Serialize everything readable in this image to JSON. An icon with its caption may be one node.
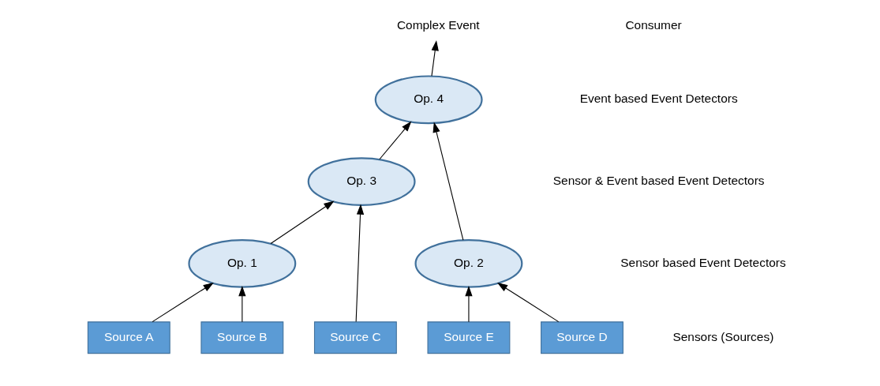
{
  "diagram": {
    "nodes": [
      {
        "text": [
          "Complex Event"
        ]
      },
      {
        "text": [
          "Op. 4"
        ]
      },
      {
        "text": [
          "Op. 3"
        ]
      },
      {
        "text": [
          "Op. 1"
        ]
      },
      {
        "text": [
          "Op. 2"
        ]
      },
      {
        "text": [
          "Source A"
        ]
      },
      {
        "text": [
          "Source B"
        ]
      },
      {
        "text": [
          "Source C"
        ]
      },
      {
        "text": [
          "Source D"
        ]
      },
      {
        "text": [
          "Source E"
        ]
      }
    ],
    "edges": [
      {
        "from": 5,
        "to": 3,
        "arrow": "to"
      },
      {
        "from": 6,
        "to": 3,
        "arrow": "to"
      },
      {
        "from": 3,
        "to": 2,
        "arrow": "to"
      },
      {
        "from": 7,
        "to": 2,
        "arrow": "to"
      },
      {
        "from": 2,
        "to": 1,
        "arrow": "to"
      },
      {
        "from": 8,
        "to": 4,
        "arrow": "to"
      },
      {
        "from": 9,
        "to": 4,
        "arrow": "to"
      },
      {
        "from": 4,
        "to": 1,
        "arrow": "to"
      },
      {
        "from": 1,
        "to": 0,
        "arrow": "to"
      }
    ],
    "labels": [
      "Consumer",
      "Event based Event Detectors",
      "Sensor & Event based Event Detectors",
      "Sensor based Event Detectors",
      "Sensors (Sources)"
    ]
  }
}
